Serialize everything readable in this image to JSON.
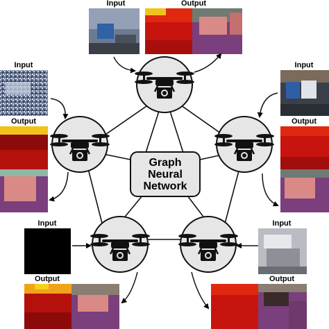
{
  "labels": {
    "input": "Input",
    "output": "Output"
  },
  "gnn": {
    "line1": "Graph",
    "line2": "Neural",
    "line3": "Network"
  },
  "icons": {
    "drone": "drone-camera-icon"
  },
  "colors": {
    "node_fill": "#e6e6e6",
    "seg_red": "#c8140e",
    "seg_dark_red": "#8c0a0a",
    "seg_yellow": "#f2c21a",
    "seg_purple": "#7a3f7c",
    "seg_pink": "#d98a86"
  }
}
